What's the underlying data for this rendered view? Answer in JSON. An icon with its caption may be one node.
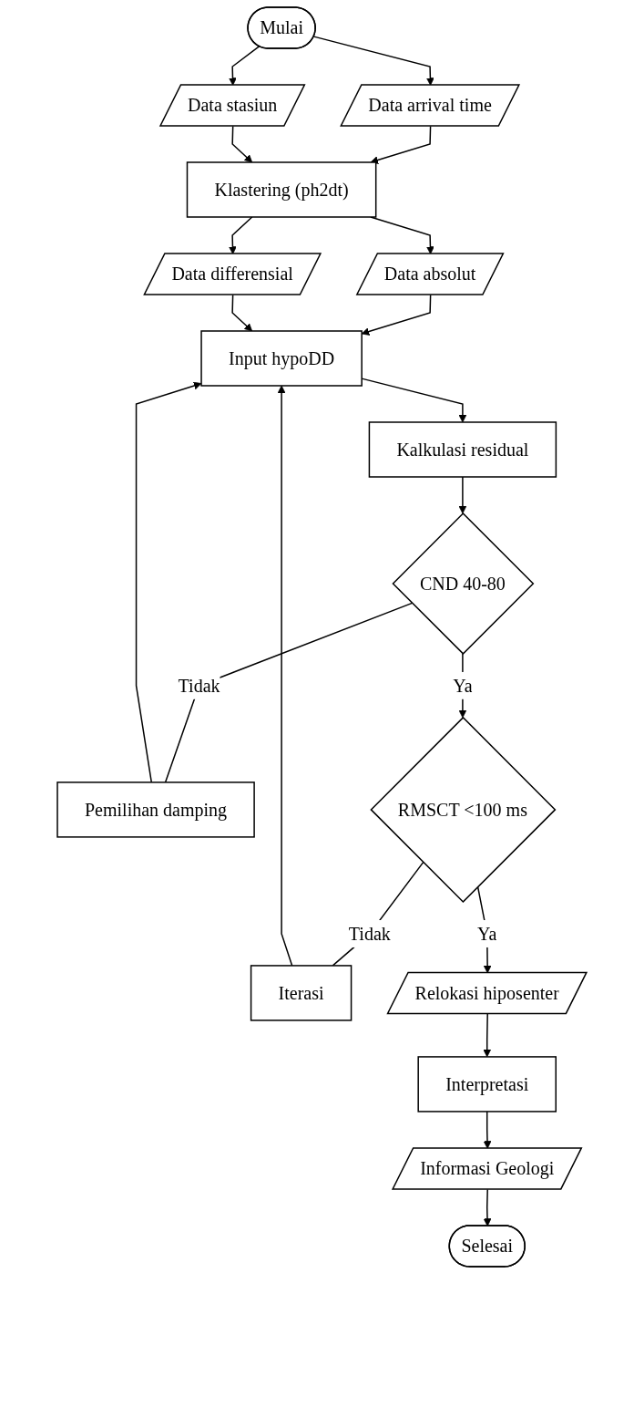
{
  "diagram": {
    "nodes": [
      {
        "text": [
          "Mulai"
        ]
      },
      {
        "text": [
          "Data arrival time"
        ]
      },
      {
        "text": [
          "Data stasiun"
        ]
      },
      {
        "text": [
          "Klastering (ph2dt)"
        ]
      },
      {
        "text": [
          "Data absolut"
        ]
      },
      {
        "text": [
          "Data differensial"
        ]
      },
      {
        "text": [
          "Input hypoDD"
        ]
      },
      {
        "text": [
          "Kalkulasi residual"
        ]
      },
      {
        "text": [
          "CND 40-80"
        ]
      },
      {
        "text": [
          "Pemilihan damping"
        ]
      },
      {
        "text": [
          "Iterasi"
        ]
      },
      {
        "text": [
          "RMSCT <100 ms"
        ]
      },
      {
        "text": [
          "Relokasi hiposenter"
        ]
      },
      {
        "text": [
          "Interpretasi"
        ]
      },
      {
        "text": [
          "Informasi Geologi"
        ]
      },
      {
        "text": [
          "Selesai"
        ]
      }
    ],
    "edges": [
      {
        "from": 0,
        "to": 1,
        "arrow": "to"
      },
      {
        "from": 0,
        "to": 2,
        "arrow": "to"
      },
      {
        "from": 1,
        "to": 3,
        "arrow": "to"
      },
      {
        "from": 2,
        "to": 3,
        "arrow": "to"
      },
      {
        "from": 3,
        "to": 4,
        "arrow": "to"
      },
      {
        "from": 3,
        "to": 5,
        "arrow": "to"
      },
      {
        "from": 4,
        "to": 6,
        "arrow": "to"
      },
      {
        "from": 5,
        "to": 6,
        "arrow": "to"
      },
      {
        "from": 6,
        "to": 7,
        "arrow": "to"
      },
      {
        "from": 7,
        "to": 8,
        "arrow": "to"
      },
      {
        "from": 8,
        "to": 9,
        "arrow": "none",
        "label": "Tidak"
      },
      {
        "from": 9,
        "to": 6,
        "arrow": "to"
      },
      {
        "from": 8,
        "to": 11,
        "arrow": "to",
        "label": "Ya"
      },
      {
        "from": 11,
        "to": 10,
        "arrow": "none",
        "label": "Tidak"
      },
      {
        "from": 10,
        "to": 6,
        "arrow": "to"
      },
      {
        "from": 11,
        "to": 12,
        "arrow": "to",
        "label": "Ya"
      },
      {
        "from": 12,
        "to": 13,
        "arrow": "to"
      },
      {
        "from": 13,
        "to": 14,
        "arrow": "to"
      },
      {
        "from": 14,
        "to": 15,
        "arrow": "to"
      }
    ]
  }
}
